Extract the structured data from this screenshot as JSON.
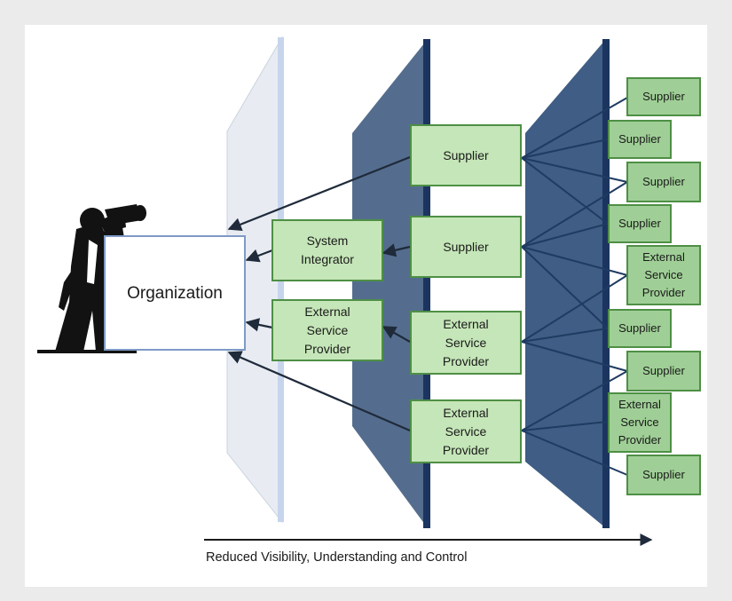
{
  "organization": {
    "label": "Organization"
  },
  "intermediaries": [
    {
      "id": "system-integrator",
      "label": "System\nIntegrator"
    },
    {
      "id": "external-service-provider",
      "label": "External\nService\nProvider"
    }
  ],
  "tier2": [
    {
      "id": "supplier-1",
      "label": "Supplier"
    },
    {
      "id": "supplier-2",
      "label": "Supplier"
    },
    {
      "id": "esp-1",
      "label": "External\nService\nProvider"
    },
    {
      "id": "esp-2",
      "label": "External\nService\nProvider"
    }
  ],
  "tier3": [
    {
      "id": "supplier-1",
      "label": "Supplier"
    },
    {
      "id": "supplier-2",
      "label": "Supplier"
    },
    {
      "id": "supplier-3",
      "label": "Supplier"
    },
    {
      "id": "supplier-4",
      "label": "Supplier"
    },
    {
      "id": "esp-1",
      "label": "External\nService\nProvider"
    },
    {
      "id": "supplier-5",
      "label": "Supplier"
    },
    {
      "id": "supplier-6",
      "label": "Supplier"
    },
    {
      "id": "esp-2",
      "label": "External\nService\nProvider"
    },
    {
      "id": "supplier-7",
      "label": "Supplier"
    }
  ],
  "axis": {
    "caption": "Reduced Visibility, Understanding  and Control"
  },
  "colors": {
    "panel_dark": "#546d8e",
    "panel_darker": "#3f5d85",
    "panel_light": "#e8ecf2",
    "box_fill": "#c5e6b8",
    "box_fill_dark": "#9fcf96",
    "box_border": "#4e8f45"
  }
}
